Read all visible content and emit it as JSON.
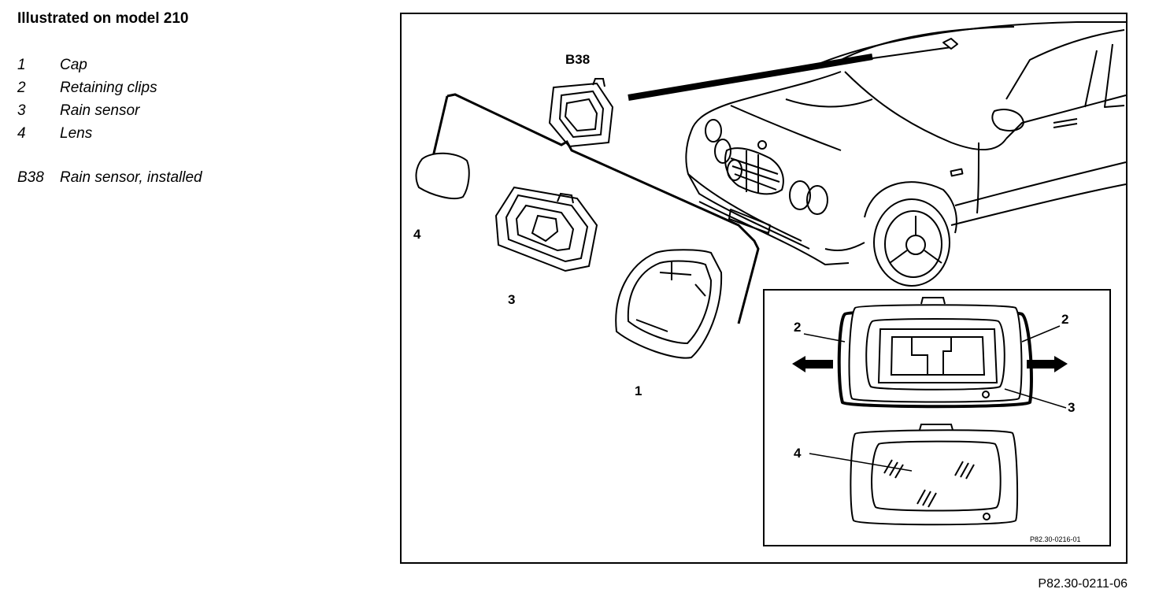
{
  "header": {
    "title": "Illustrated on model 210"
  },
  "legend": [
    {
      "num": "1",
      "text": "Cap"
    },
    {
      "num": "2",
      "text": "Retaining clips"
    },
    {
      "num": "3",
      "text": "Rain sensor"
    },
    {
      "num": "4",
      "text": "Lens"
    }
  ],
  "legend_extra": {
    "num": "B38",
    "text": "Rain sensor, installed"
  },
  "diagram": {
    "labels": {
      "b38": "B38",
      "part_1": "1",
      "part_3": "3",
      "part_4": "4",
      "inset_2_left": "2",
      "inset_2_right": "2",
      "inset_3": "3",
      "inset_4": "4"
    },
    "inset_code": "P82.30-0216-01"
  },
  "figure_code": "P82.30-0211-06"
}
